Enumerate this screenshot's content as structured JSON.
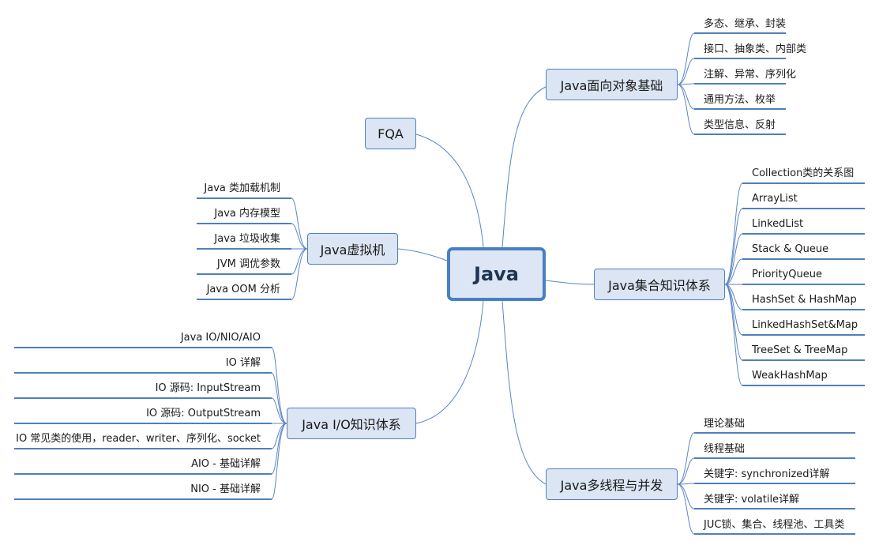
{
  "root": {
    "label": "Java"
  },
  "branches": {
    "oop": {
      "label": "Java面向对象基础",
      "items": [
        "多态、继承、封装",
        "接口、抽象类、内部类",
        "注解、异常、序列化",
        "通用方法、枚举",
        "类型信息、反射"
      ]
    },
    "collections": {
      "label": "Java集合知识体系",
      "items": [
        "Collection类的关系图",
        "ArrayList",
        "LinkedList",
        "Stack & Queue",
        "PriorityQueue",
        "HashSet & HashMap",
        "LinkedHashSet&Map",
        "TreeSet & TreeMap",
        "WeakHashMap"
      ]
    },
    "concurrency": {
      "label": "Java多线程与并发",
      "items": [
        "理论基础",
        "线程基础",
        "关键字: synchronized详解",
        "关键字: volatile详解",
        "JUC锁、集合、线程池、工具类"
      ]
    },
    "fqa": {
      "label": "FQA"
    },
    "jvm": {
      "label": "Java虚拟机",
      "items": [
        "Java 类加载机制",
        "Java 内存模型",
        "Java 垃圾收集",
        "JVM 调优参数",
        "Java OOM 分析"
      ]
    },
    "io": {
      "label": "Java I/O知识体系",
      "items": [
        "Java IO/NIO/AIO",
        "IO 详解",
        "IO 源码: InputStream",
        "IO 源码: OutputStream",
        "IO 常见类的使用，reader、writer、序列化、socket",
        "AIO - 基础详解",
        "NIO - 基础详解"
      ]
    }
  },
  "colors": {
    "line": "#5b86c4",
    "underline": "#4f7fbf",
    "node_fill": "#dbe5f3",
    "node_border": "#4f7fbf"
  }
}
